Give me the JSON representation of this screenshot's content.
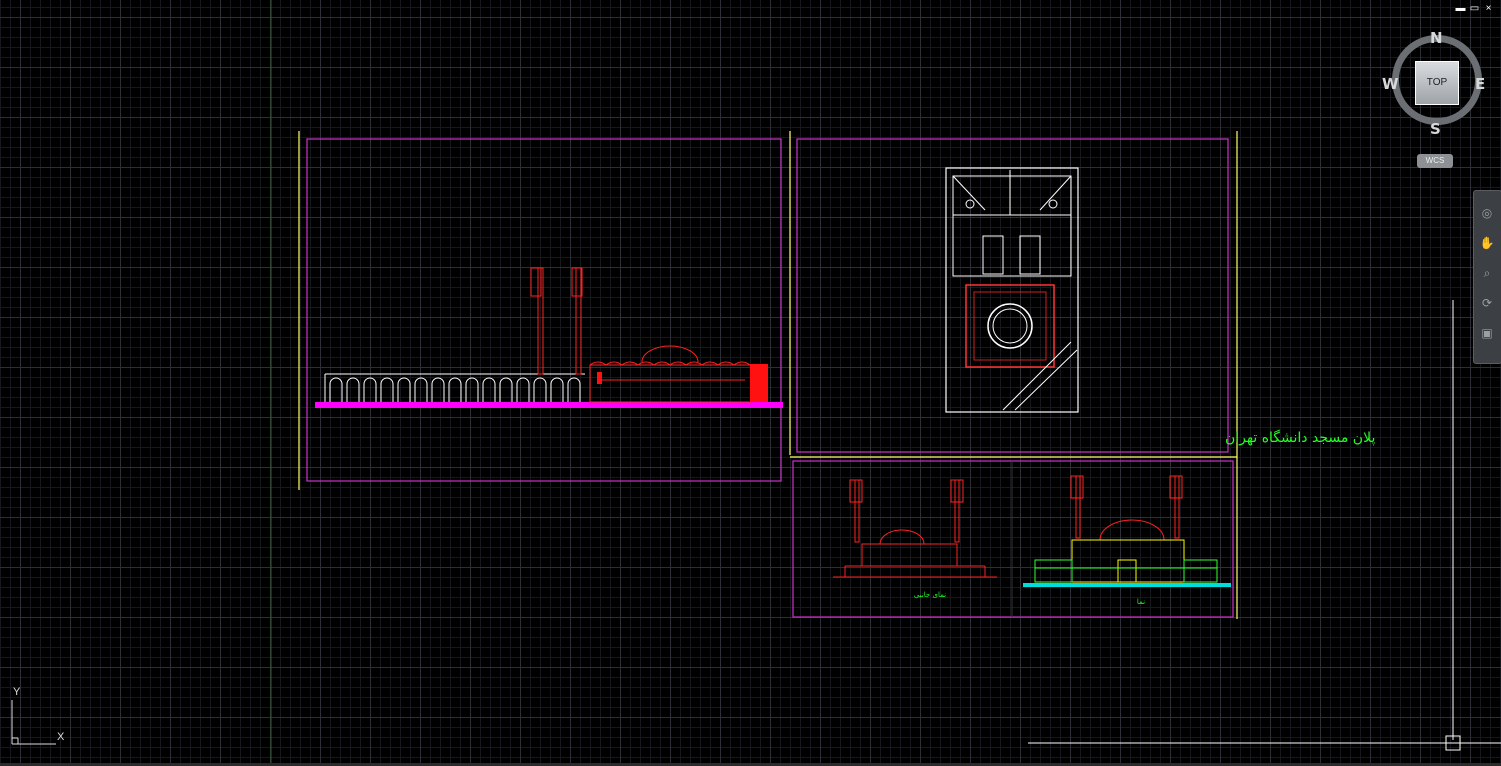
{
  "window_controls": {
    "minimize": "▬",
    "restore": "▭",
    "close": "×"
  },
  "viewcube": {
    "face": "TOP",
    "north": "N",
    "south": "S",
    "east": "E",
    "west": "W",
    "wcs": "WCS"
  },
  "ucs": {
    "x_label": "X",
    "y_label": "Y"
  },
  "drawing": {
    "plan_title": "پلان مسجد دانشگاه تهران",
    "elevation_side_label": "نمای جانبی",
    "elevation_front_label": "نما"
  },
  "colors": {
    "background": "#000000",
    "magenta": "#ff00ff",
    "yellow": "#ffff00",
    "red": "#ff0000",
    "green": "#00ff00",
    "cyan": "#00ffff",
    "white": "#ffffff"
  },
  "navbar_icons": [
    "steering-wheel-icon",
    "pan-icon",
    "zoom-icon",
    "orbit-icon",
    "showmotion-icon"
  ]
}
